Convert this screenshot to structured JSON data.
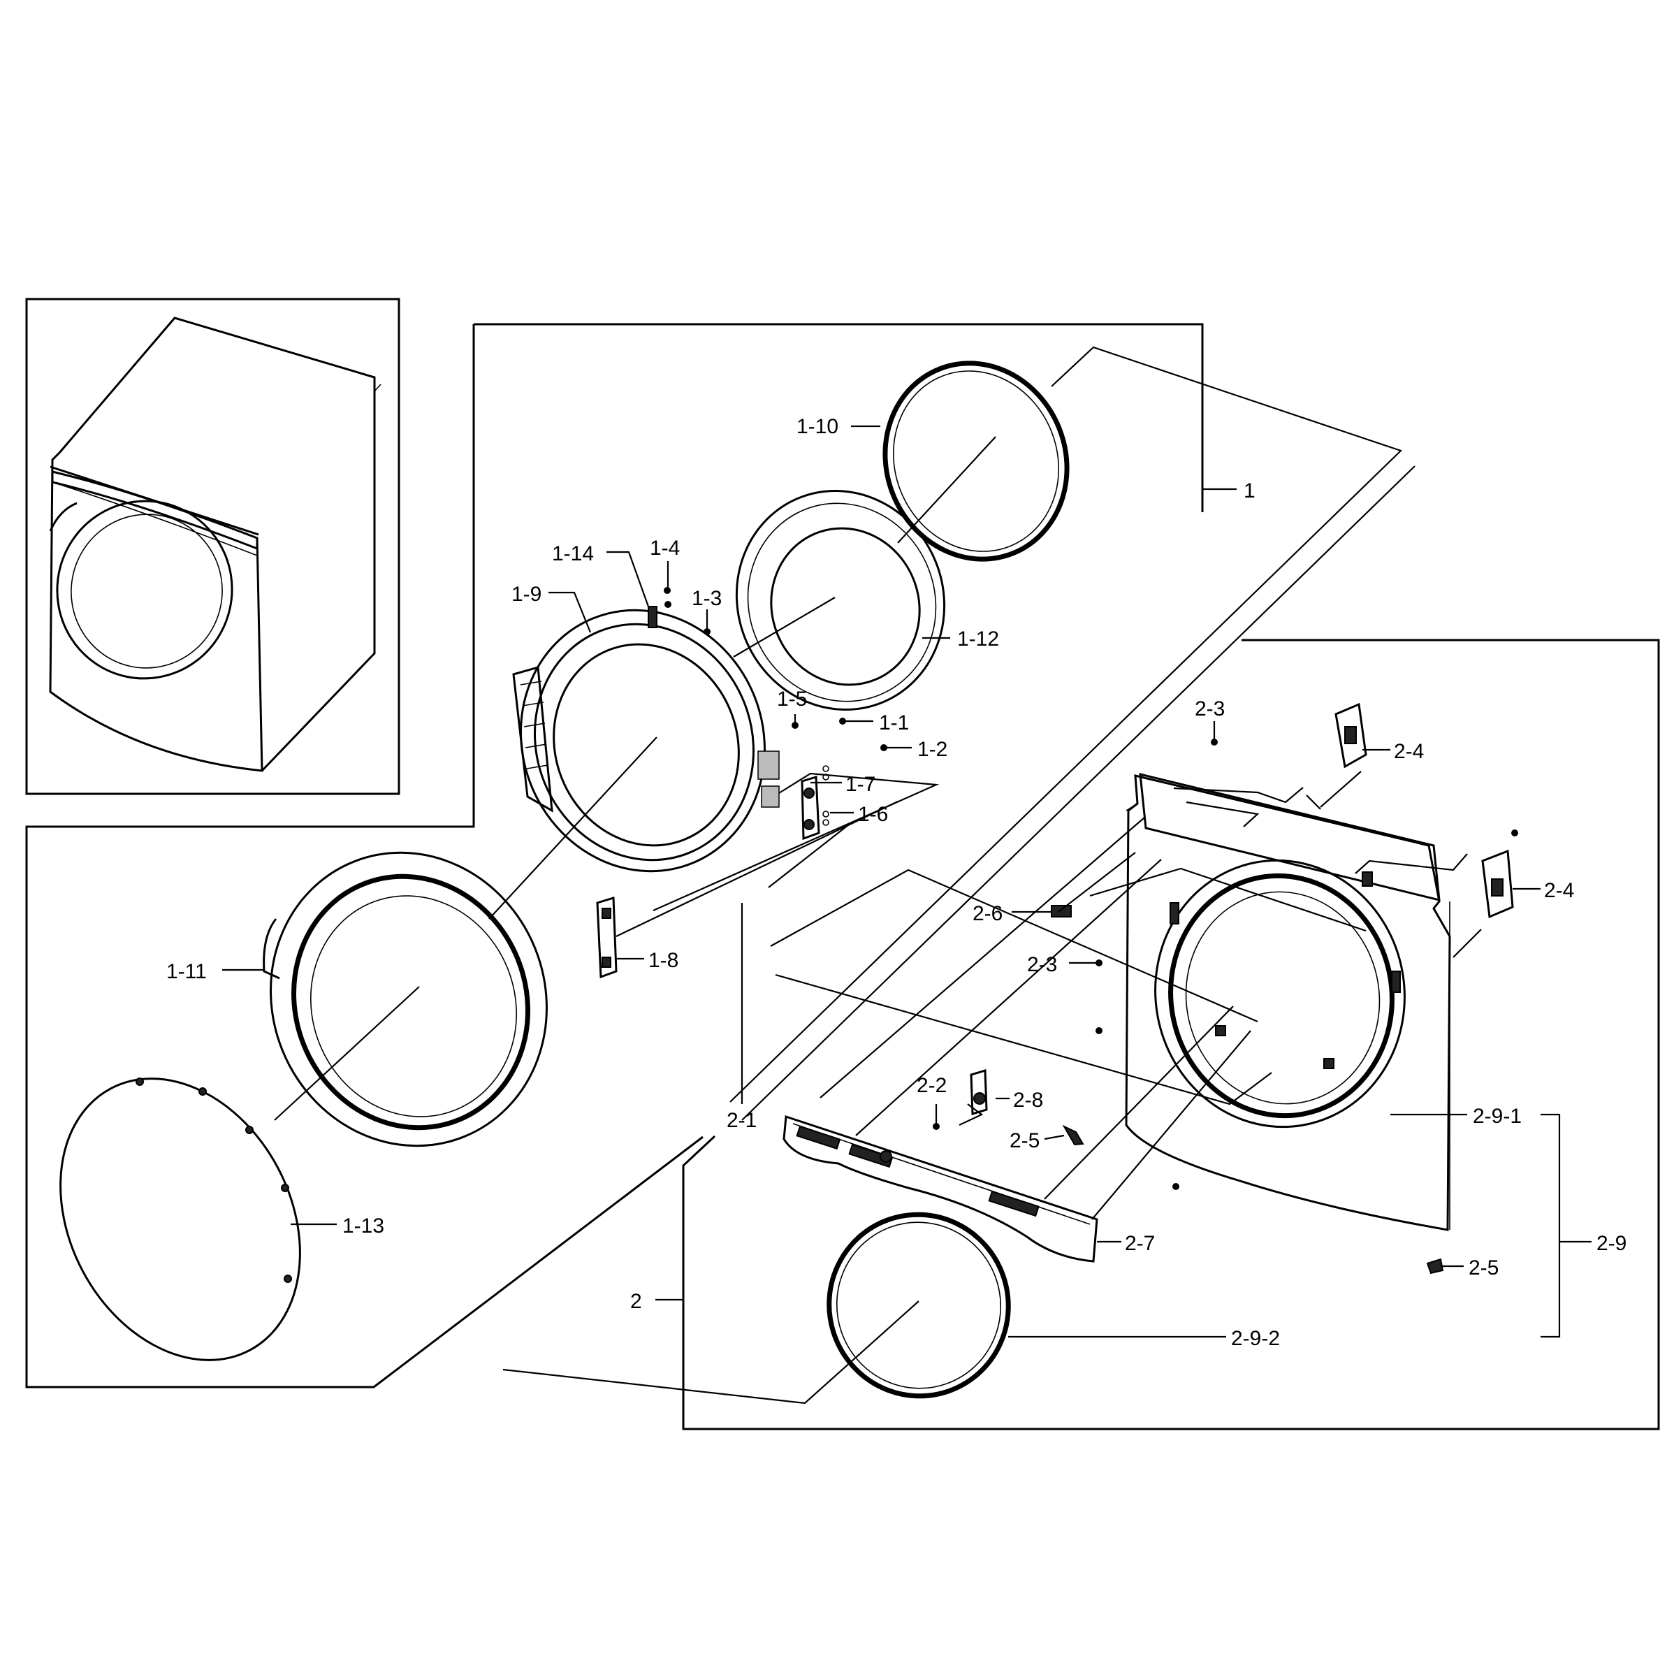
{
  "labels": {
    "l_1": "1",
    "l_1_1": "1-1",
    "l_1_2": "1-2",
    "l_1_3": "1-3",
    "l_1_4": "1-4",
    "l_1_5": "1-5",
    "l_1_6": "1-6",
    "l_1_7": "1-7",
    "l_1_8": "1-8",
    "l_1_9": "1-9",
    "l_1_10": "1-10",
    "l_1_11": "1-11",
    "l_1_12": "1-12",
    "l_1_13": "1-13",
    "l_1_14": "1-14",
    "l_2": "2",
    "l_2_1": "2-1",
    "l_2_2": "2-2",
    "l_2_3a": "2-3",
    "l_2_3b": "2-3",
    "l_2_4a": "2-4",
    "l_2_4b": "2-4",
    "l_2_5a": "2-5",
    "l_2_5b": "2-5",
    "l_2_6": "2-6",
    "l_2_7": "2-7",
    "l_2_8": "2-8",
    "l_2_9": "2-9",
    "l_2_9_1": "2-9-1",
    "l_2_9_2": "2-9-2"
  }
}
